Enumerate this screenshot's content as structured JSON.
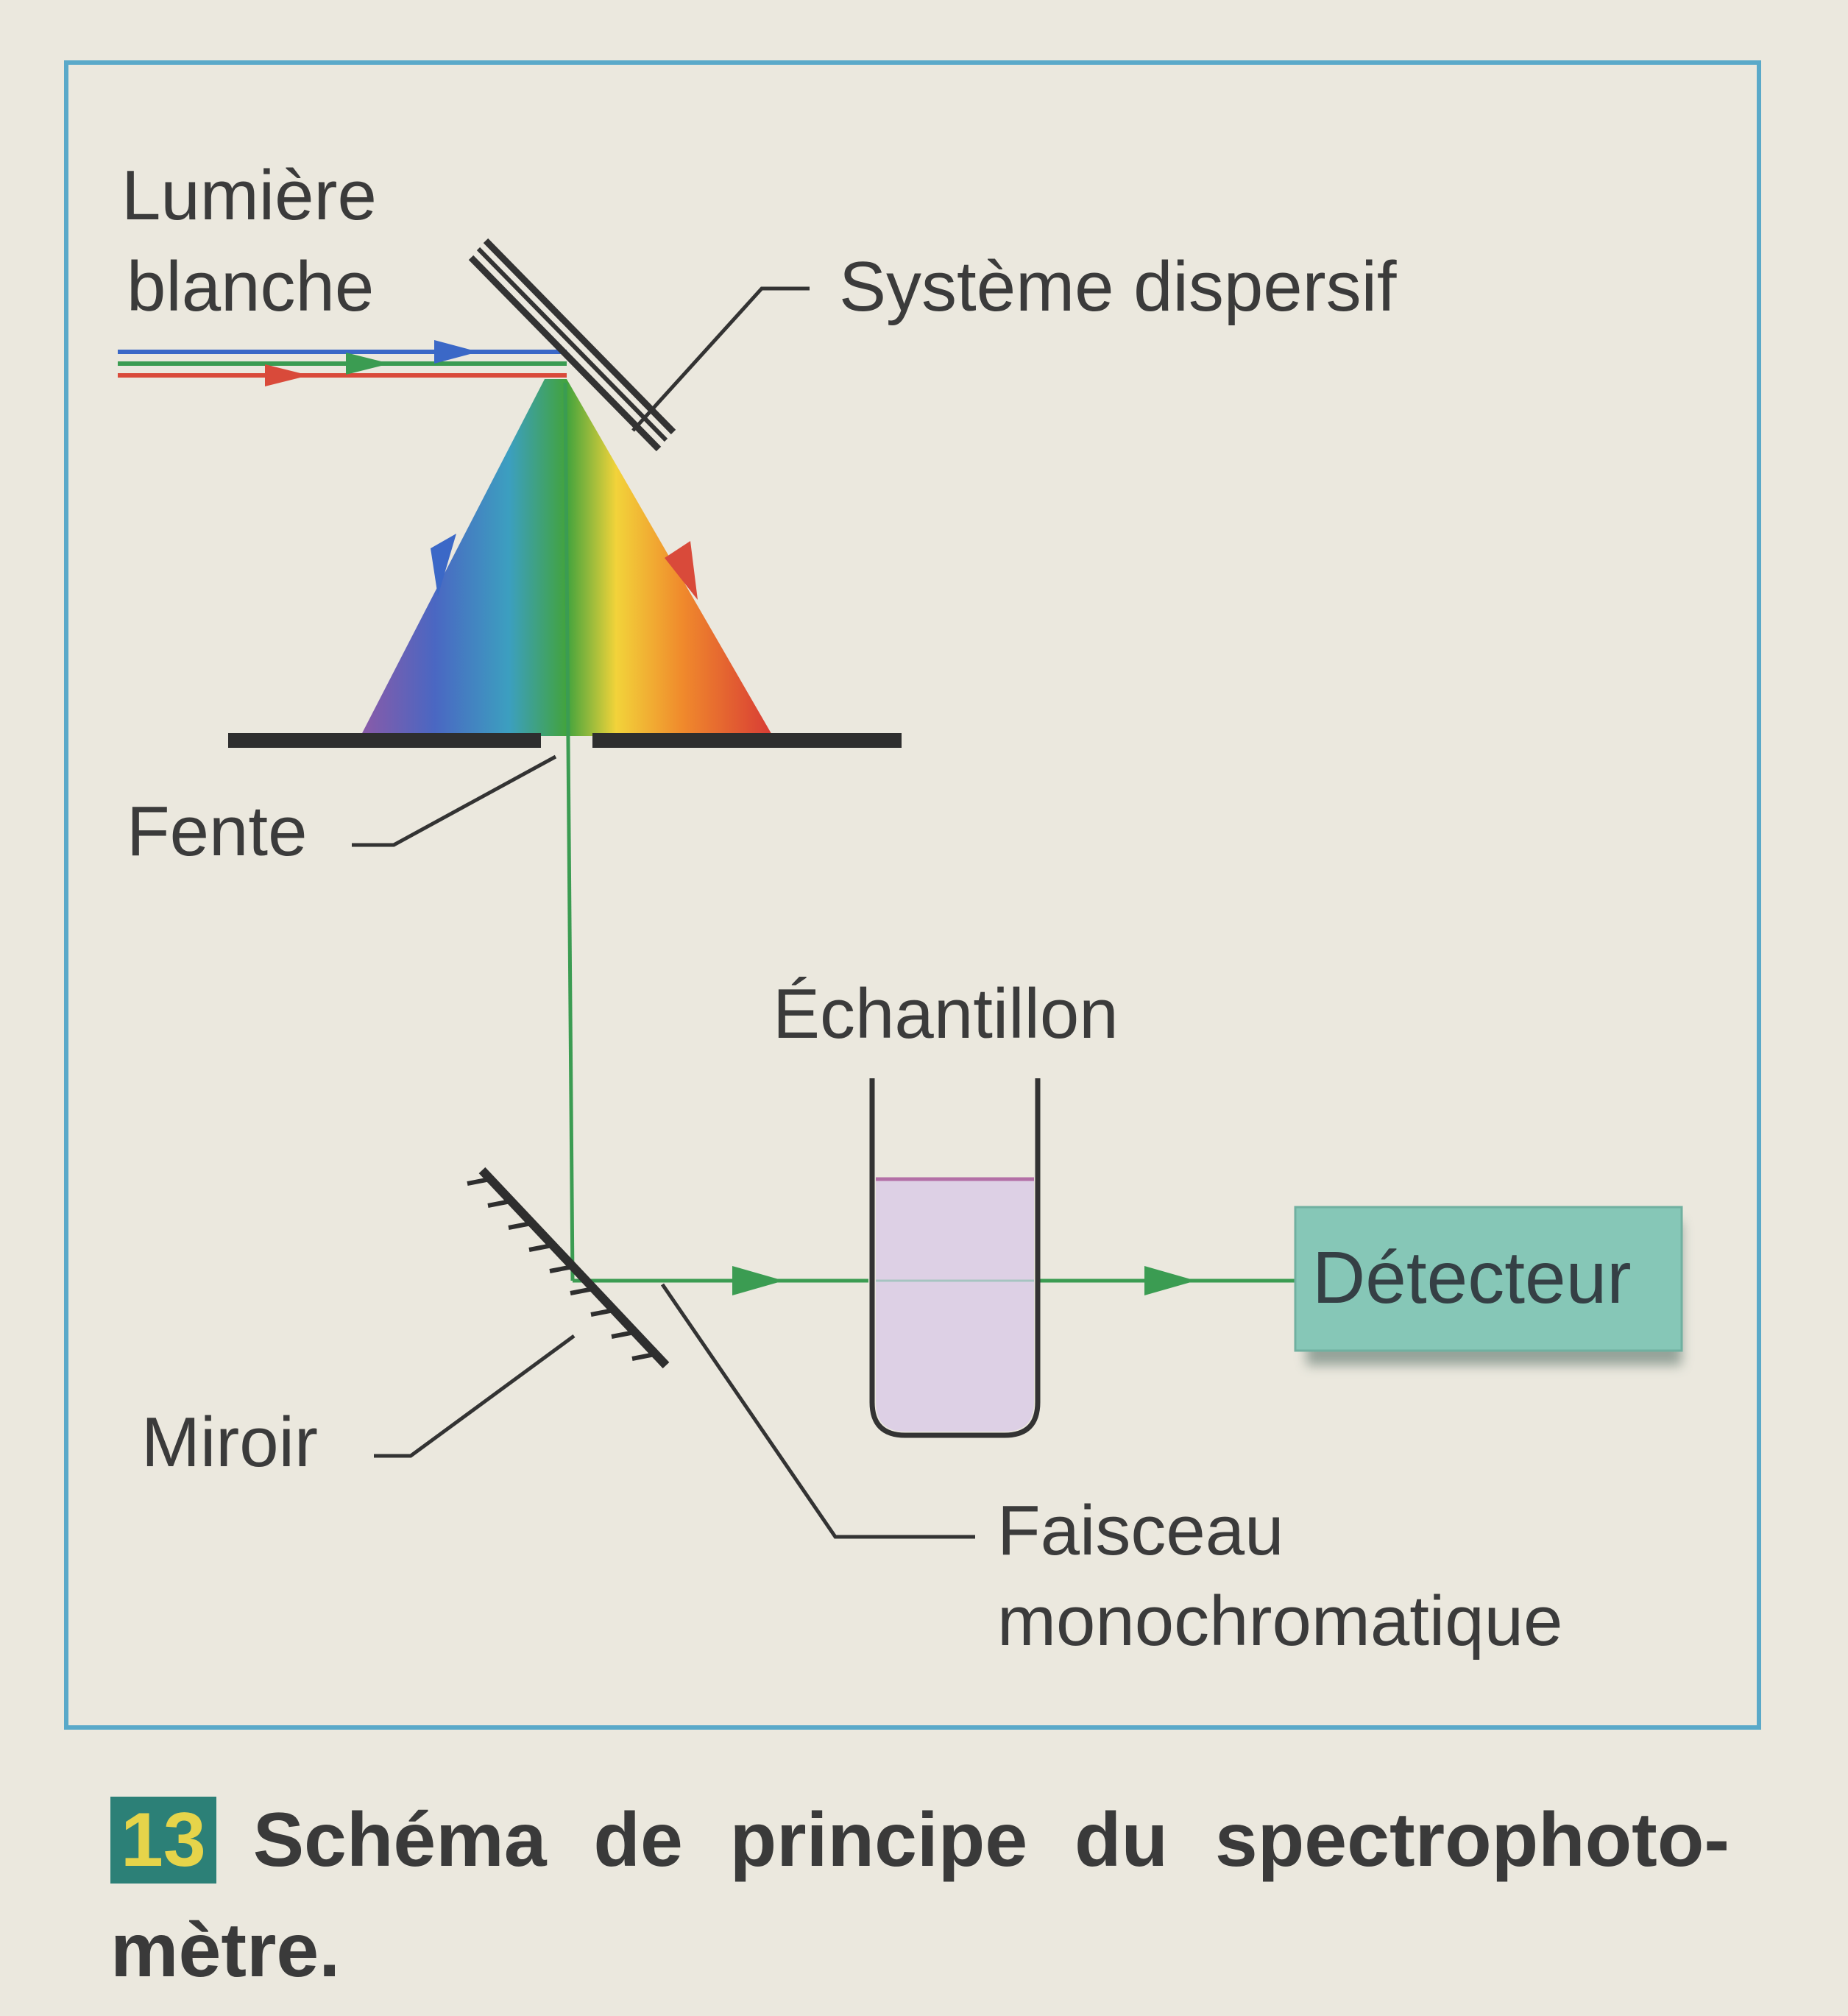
{
  "labels": {
    "light_line1": "Lumière",
    "light_line2": "blanche",
    "dispersive": "Système dispersif",
    "slit": "Fente",
    "sample": "Échantillon",
    "mirror": "Miroir",
    "detector": "Détecteur",
    "beam_line1": "Faisceau",
    "beam_line2": "monochromatique"
  },
  "caption": {
    "number": "13",
    "words": [
      "Schéma",
      "de",
      "principe",
      "du",
      "spectrophoto-"
    ],
    "line2": "mètre."
  },
  "colors": {
    "frame": "#5aa9c9",
    "beam": "#3b9c52",
    "detector_fill": "#86c7b7",
    "sample_liquid": "#dccde5",
    "sample_meniscus": "#b36fa6",
    "caption_badge": "#2c8077",
    "caption_badge_text": "#e6d44a",
    "ray_blue": "#3b68c7",
    "ray_green": "#3b9c52",
    "ray_red": "#d94a3a"
  }
}
